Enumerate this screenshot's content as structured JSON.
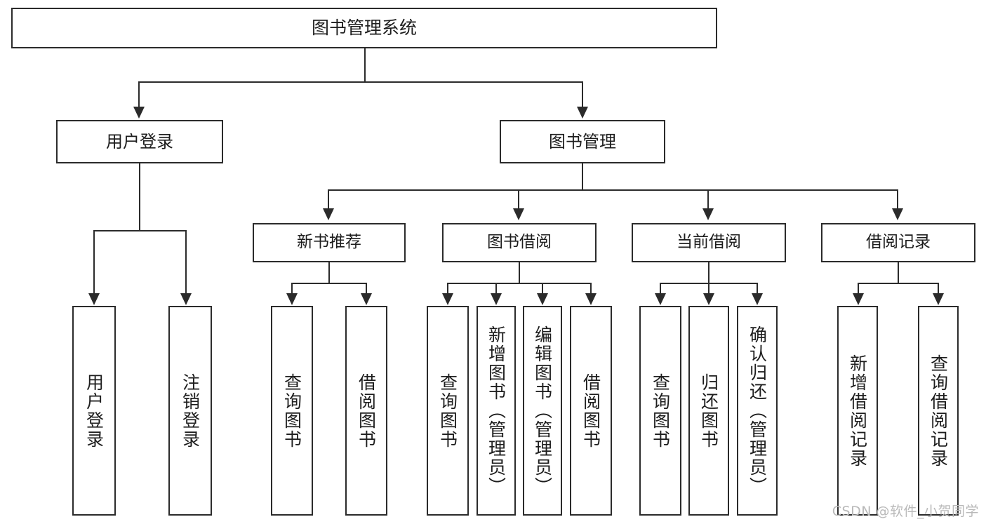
{
  "diagram": {
    "type": "tree-hierarchy",
    "title": "图书管理系统",
    "root": {
      "label": "图书管理系统"
    },
    "level2": [
      {
        "label": "用户登录"
      },
      {
        "label": "图书管理"
      }
    ],
    "level3": [
      {
        "label": "新书推荐"
      },
      {
        "label": "图书借阅"
      },
      {
        "label": "当前借阅"
      },
      {
        "label": "借阅记录"
      }
    ],
    "leaves": {
      "user_login": [
        {
          "label": "用户登录"
        },
        {
          "label": "注销登录"
        }
      ],
      "new_book_recommend": [
        {
          "label": "查询图书"
        },
        {
          "label": "借阅图书"
        }
      ],
      "book_borrow": [
        {
          "label": "查询图书"
        },
        {
          "label": "新增图书（管理员）"
        },
        {
          "label": "编辑图书（管理员）"
        },
        {
          "label": "借阅图书"
        }
      ],
      "current_borrow": [
        {
          "label": "查询图书"
        },
        {
          "label": "归还图书"
        },
        {
          "label": "确认归还（管理员）"
        }
      ],
      "borrow_record": [
        {
          "label": "新增借阅记录"
        },
        {
          "label": "查询借阅记录"
        }
      ]
    }
  },
  "watermark": {
    "text": "CSDN @软件_小贺同学"
  },
  "colors": {
    "border": "#2b2b2b",
    "fill": "#ffffff",
    "text": "#1d1d1d",
    "watermark": "#b9b9b9"
  }
}
